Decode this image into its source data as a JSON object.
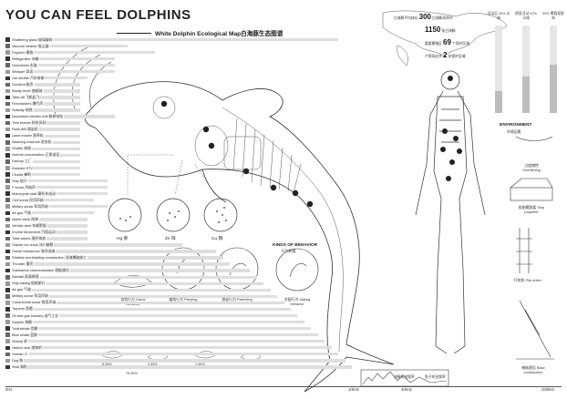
{
  "title": "YOU CAN FEEL DOLPHINS",
  "subtitle": "White Dolphin Ecological Map白海豚生态图谱",
  "sound_sources": [
    {
      "label": "Shattering glass 玻璃破碎",
      "bar": 0.96
    },
    {
      "label": "Vacuum cleaner 吸尘器",
      "bar": 0.34
    },
    {
      "label": "Foghorn 雾角",
      "bar": 0.42
    },
    {
      "label": "Refrigerator 冰箱",
      "bar": 0.3
    },
    {
      "label": "Drumdown 击鼓",
      "bar": 0.3
    },
    {
      "label": "Whisper 耳语",
      "bar": 0.3
    },
    {
      "label": "Car shuttle 汽车穿梭",
      "bar": 0.22
    },
    {
      "label": "Gunshot 枪声",
      "bar": 0.2
    },
    {
      "label": "Bandy fever 曲棍球",
      "bar": 0.2
    },
    {
      "label": "Take-off 飞机起飞",
      "bar": 0.2
    },
    {
      "label": "Firecrackers 爆竹声",
      "bar": 0.2
    },
    {
      "label": "Subway 地铁",
      "bar": 0.2
    },
    {
      "label": "Decoration electric drill 装修电钻",
      "bar": 0.3
    },
    {
      "label": "Tree breeze 树木风吹",
      "bar": 0.2
    },
    {
      "label": "Rock drill 凿岩机",
      "bar": 0.2
    },
    {
      "label": "Lawn mower 割草机",
      "bar": 0.2
    },
    {
      "label": "Washing machine 洗衣机",
      "bar": 0.2
    },
    {
      "label": "Shuttle 穿梭",
      "bar": 0.2
    },
    {
      "label": "Normal conversation 正常谈话",
      "bar": 0.2
    },
    {
      "label": "Factory 工厂",
      "bar": 0.2
    },
    {
      "label": "Karaoke KTV",
      "bar": 0.2
    },
    {
      "label": "Cicada 蝉鸣",
      "bar": 0.2
    },
    {
      "label": "Ship 船只",
      "bar": 0.28
    },
    {
      "label": "F sonar 声纳声",
      "bar": 0.28
    },
    {
      "label": "Motorcycle start 摩托车启动",
      "bar": 0.28
    },
    {
      "label": "Civil sonar 民用声纳",
      "bar": 0.24
    },
    {
      "label": "Military sonar 军用声纳",
      "bar": 0.28
    },
    {
      "label": "Air gun 气枪",
      "bar": 0.24
    },
    {
      "label": "Alarm clock 闹钟",
      "bar": 0.22
    },
    {
      "label": "Vehicle alert 车辆警报",
      "bar": 0.22
    },
    {
      "label": "Enviral Movement 汽笛运动",
      "bar": 0.22
    },
    {
      "label": "Tidal waves 潮汐海浪",
      "bar": 0.22
    },
    {
      "label": "Glacier ice crack 冰川崩裂",
      "bar": 0.5
    },
    {
      "label": "Ocean turbulence 海洋湍流",
      "bar": 0.6
    },
    {
      "label": "Shallow sea blasting construction 浅海爆破施工",
      "bar": 0.62
    },
    {
      "label": "Thunder 雷声",
      "bar": 0.64
    },
    {
      "label": "Submarine communication 潜艇通讯",
      "bar": 0.7
    },
    {
      "label": "Rainfall 雨滴降落",
      "bar": 0.72
    },
    {
      "label": "Ship sailing 船舶航行",
      "bar": 0.74
    },
    {
      "label": "Air gun 气枪",
      "bar": 0.76
    },
    {
      "label": "Military sonar 军用声纳",
      "bar": 0.78
    },
    {
      "label": "Commercial sonar 商用声纳",
      "bar": 0.8
    },
    {
      "label": "Torpedo 鱼雷",
      "bar": 0.82
    },
    {
      "label": "Oil and gas industry 油气工业",
      "bar": 0.84
    },
    {
      "label": "Dolphin 海豚",
      "bar": 0.86
    },
    {
      "label": "Toothwhale 齿鲸",
      "bar": 0.88
    },
    {
      "label": "Blue whale 蓝鲸",
      "bar": 0.9
    },
    {
      "label": "Shrimp 虾",
      "bar": 0.92
    },
    {
      "label": "Harbor seal 港海豹",
      "bar": 0.94
    },
    {
      "label": "Human 人",
      "bar": 0.96
    },
    {
      "label": "Dog 狗",
      "bar": 0.98
    },
    {
      "label": "Seal 海豹",
      "bar": 1.0
    }
  ],
  "axis_ticks": [
    {
      "label": "0Hz"
    },
    {
      "label": "10kHz"
    },
    {
      "label": "40kHz"
    },
    {
      "label": "200kHz"
    }
  ],
  "stats": {
    "s1_prefix": "白海豚平均体长",
    "s1_big": "300",
    "s1_suffix": "白海豚寿命约",
    "s2_big": "1150",
    "s2_suffix": "条白海豚",
    "s3_prefix": "重要繁殖区",
    "s3_big": "69",
    "s3_suffix": "个保护区域",
    "s4_prefix": "产卵场总共",
    "s4_big": "2",
    "s4_suffix": "处保护区域"
  },
  "gauges": [
    {
      "label": "活动区 25% 水域",
      "level": 0.25
    },
    {
      "label": "栖息活动 42% 水域",
      "level": 0.42
    },
    {
      "label": "55% 螺旋桨影响",
      "level": 0.55
    }
  ],
  "environment": {
    "title": "ENVIRONMENT",
    "subtitle": "环境因素",
    "items": [
      {
        "label": "过度捕捞 Overfishing"
      },
      {
        "label": "船舶螺旋桨 Ship propeller"
      },
      {
        "label": "打桩机 Pile driver"
      },
      {
        "label": "基础建设 Base construction"
      }
    ]
  },
  "metals": [
    {
      "label": "Hg 汞"
    },
    {
      "label": "Zn 锌"
    },
    {
      "label": "Cu 铜"
    }
  ],
  "behavior": {
    "title": "KINDS OF BEHAVIOR",
    "subtitle": "行为种类",
    "items": [
      {
        "label": "游戏行为 Game behavior"
      },
      {
        "label": "嬉戏行为 Peeping"
      },
      {
        "label": "育幼行为 Parenting"
      },
      {
        "label": "交配行为 Mating behavior"
      }
    ]
  },
  "percentages": [
    {
      "value": "8.28%"
    },
    {
      "value": "2.55%"
    },
    {
      "value": "1.96%"
    },
    {
      "value": "75.32%"
    }
  ],
  "mini_legend": {
    "a": "海豚听觉频率",
    "b": "鱼子听觉频率"
  },
  "colors": {
    "ink": "#222222",
    "bar": "#dedede",
    "gauge_fill": "#bdbdbd"
  }
}
